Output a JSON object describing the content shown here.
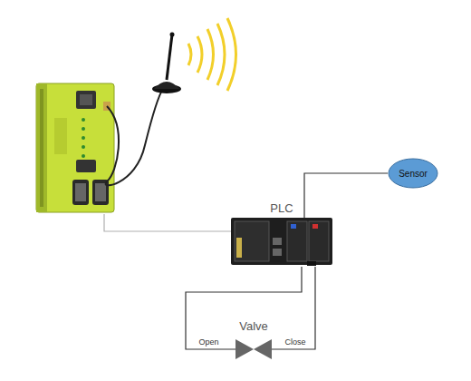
{
  "diagram": {
    "nodes": [
      {
        "text": [
          "PLC"
        ]
      },
      {
        "text": [
          "Sensor"
        ]
      },
      {
        "text": [
          "Valve"
        ]
      }
    ],
    "edges": [
      {
        "from": 0,
        "to": 1,
        "arrow": "none"
      },
      {
        "from": 0,
        "to": 2,
        "label": "Open",
        "arrow": "none"
      },
      {
        "from": 0,
        "to": 2,
        "label": "Close",
        "arrow": "none"
      }
    ]
  }
}
